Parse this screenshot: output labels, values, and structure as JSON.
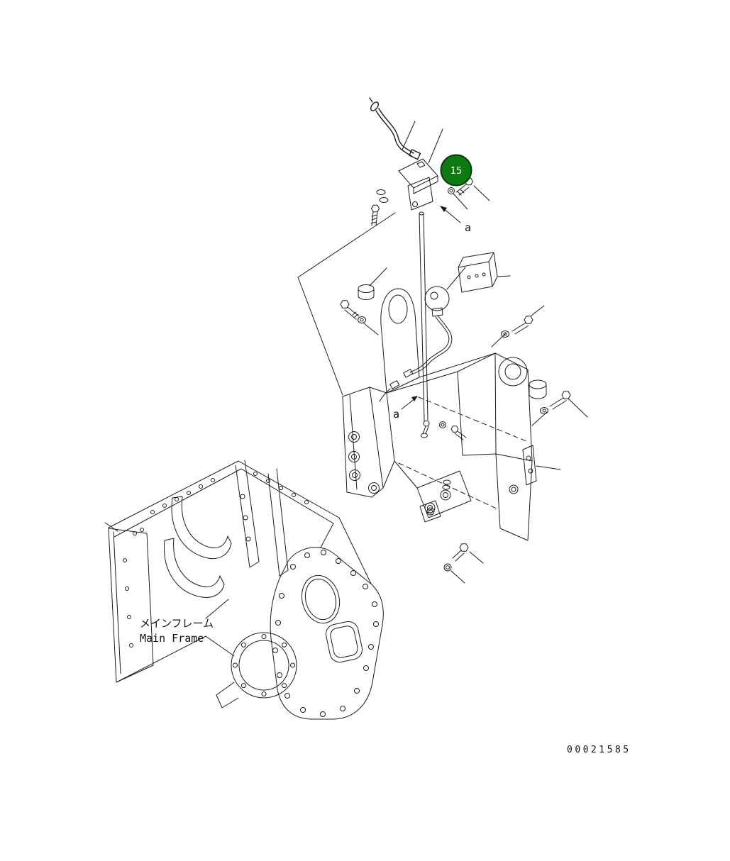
{
  "diagram": {
    "type": "parts-diagram",
    "background": "#ffffff",
    "line_color": "#1c1c1c",
    "callout": {
      "number": "15",
      "fill": "#0c7a10",
      "stroke": "#053c07",
      "text_color": "#ffffff"
    },
    "view_labels": {
      "upper": "a",
      "lower": "a"
    },
    "labels": {
      "main_frame_jp": "メインフレーム",
      "main_frame_en": "Main Frame"
    },
    "drawing_number": "00021585"
  }
}
